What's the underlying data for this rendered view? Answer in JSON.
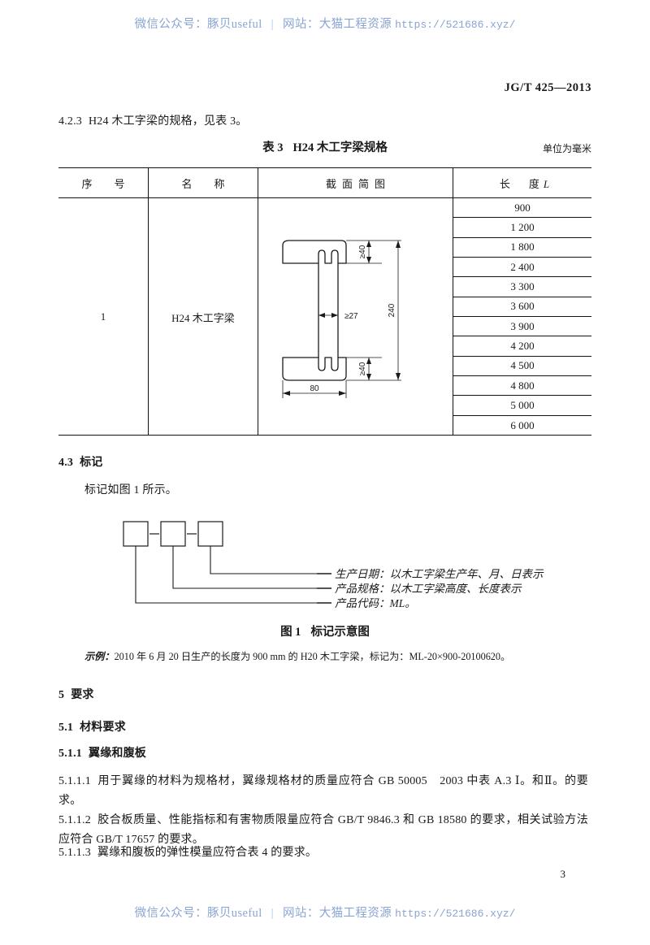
{
  "watermark": {
    "wechat_label": "微信公众号：豚贝useful",
    "separator": "|",
    "site_label": "网站：大猫工程资源",
    "url": "https://521686.xyz/"
  },
  "running_head": "JG/T 425—2013",
  "page_number": "3",
  "clause_423": {
    "number": "4.2.3",
    "text": "H24 木工字梁的规格，见表 3。"
  },
  "table3": {
    "caption_label": "表 3",
    "caption_title": "H24 木工字梁规格",
    "unit_note": "单位为毫米",
    "headers": {
      "no": "序　号",
      "name": "名　称",
      "figure": "截面简图",
      "length": "长　度",
      "length_symbol": "L"
    },
    "row": {
      "no": "1",
      "name": "H24 木工字梁"
    },
    "lengths": [
      "900",
      "1 200",
      "1 800",
      "2 400",
      "3 300",
      "3 600",
      "3 900",
      "4 200",
      "4 500",
      "4 800",
      "5 000",
      "6 000"
    ],
    "figure_dims": {
      "flange_top": "≥40",
      "flange_bottom": "≥40",
      "web_thickness": "≥27",
      "total_height": "240",
      "width": "80"
    }
  },
  "clause_43": {
    "number": "4.3",
    "title": "标记",
    "body": "标记如图 1 所示。"
  },
  "mark_figure": {
    "separator": "-",
    "labels": [
      "生产日期：以木工字梁生产年、月、日表示",
      "产品规格：以木工字梁高度、长度表示",
      "产品代码：ML。"
    ],
    "caption_label": "图 1",
    "caption_title": "标记示意图",
    "example_label": "示例：",
    "example_text": "2010 年 6 月 20 日生产的长度为 900 mm 的 H20 木工字梁，标记为：ML-20×900-20100620。"
  },
  "clause_5": {
    "number": "5",
    "title": "要求"
  },
  "clause_51": {
    "number": "5.1",
    "title": "材料要求"
  },
  "clause_511": {
    "number": "5.1.1",
    "title": "翼缘和腹板"
  },
  "clause_5111": {
    "number": "5.1.1.1",
    "text": "用于翼缘的材料为规格材，翼缘规格材的质量应符合 GB 50005　2003 中表 A.3 Ⅰ。和Ⅱ。的要求。"
  },
  "clause_5112": {
    "number": "5.1.1.2",
    "text": "胶合板质量、性能指标和有害物质限量应符合 GB/T 9846.3 和 GB 18580 的要求，相关试验方法应符合 GB/T 17657 的要求。"
  },
  "clause_5113": {
    "number": "5.1.1.3",
    "text": "翼缘和腹板的弹性模量应符合表 4 的要求。"
  }
}
